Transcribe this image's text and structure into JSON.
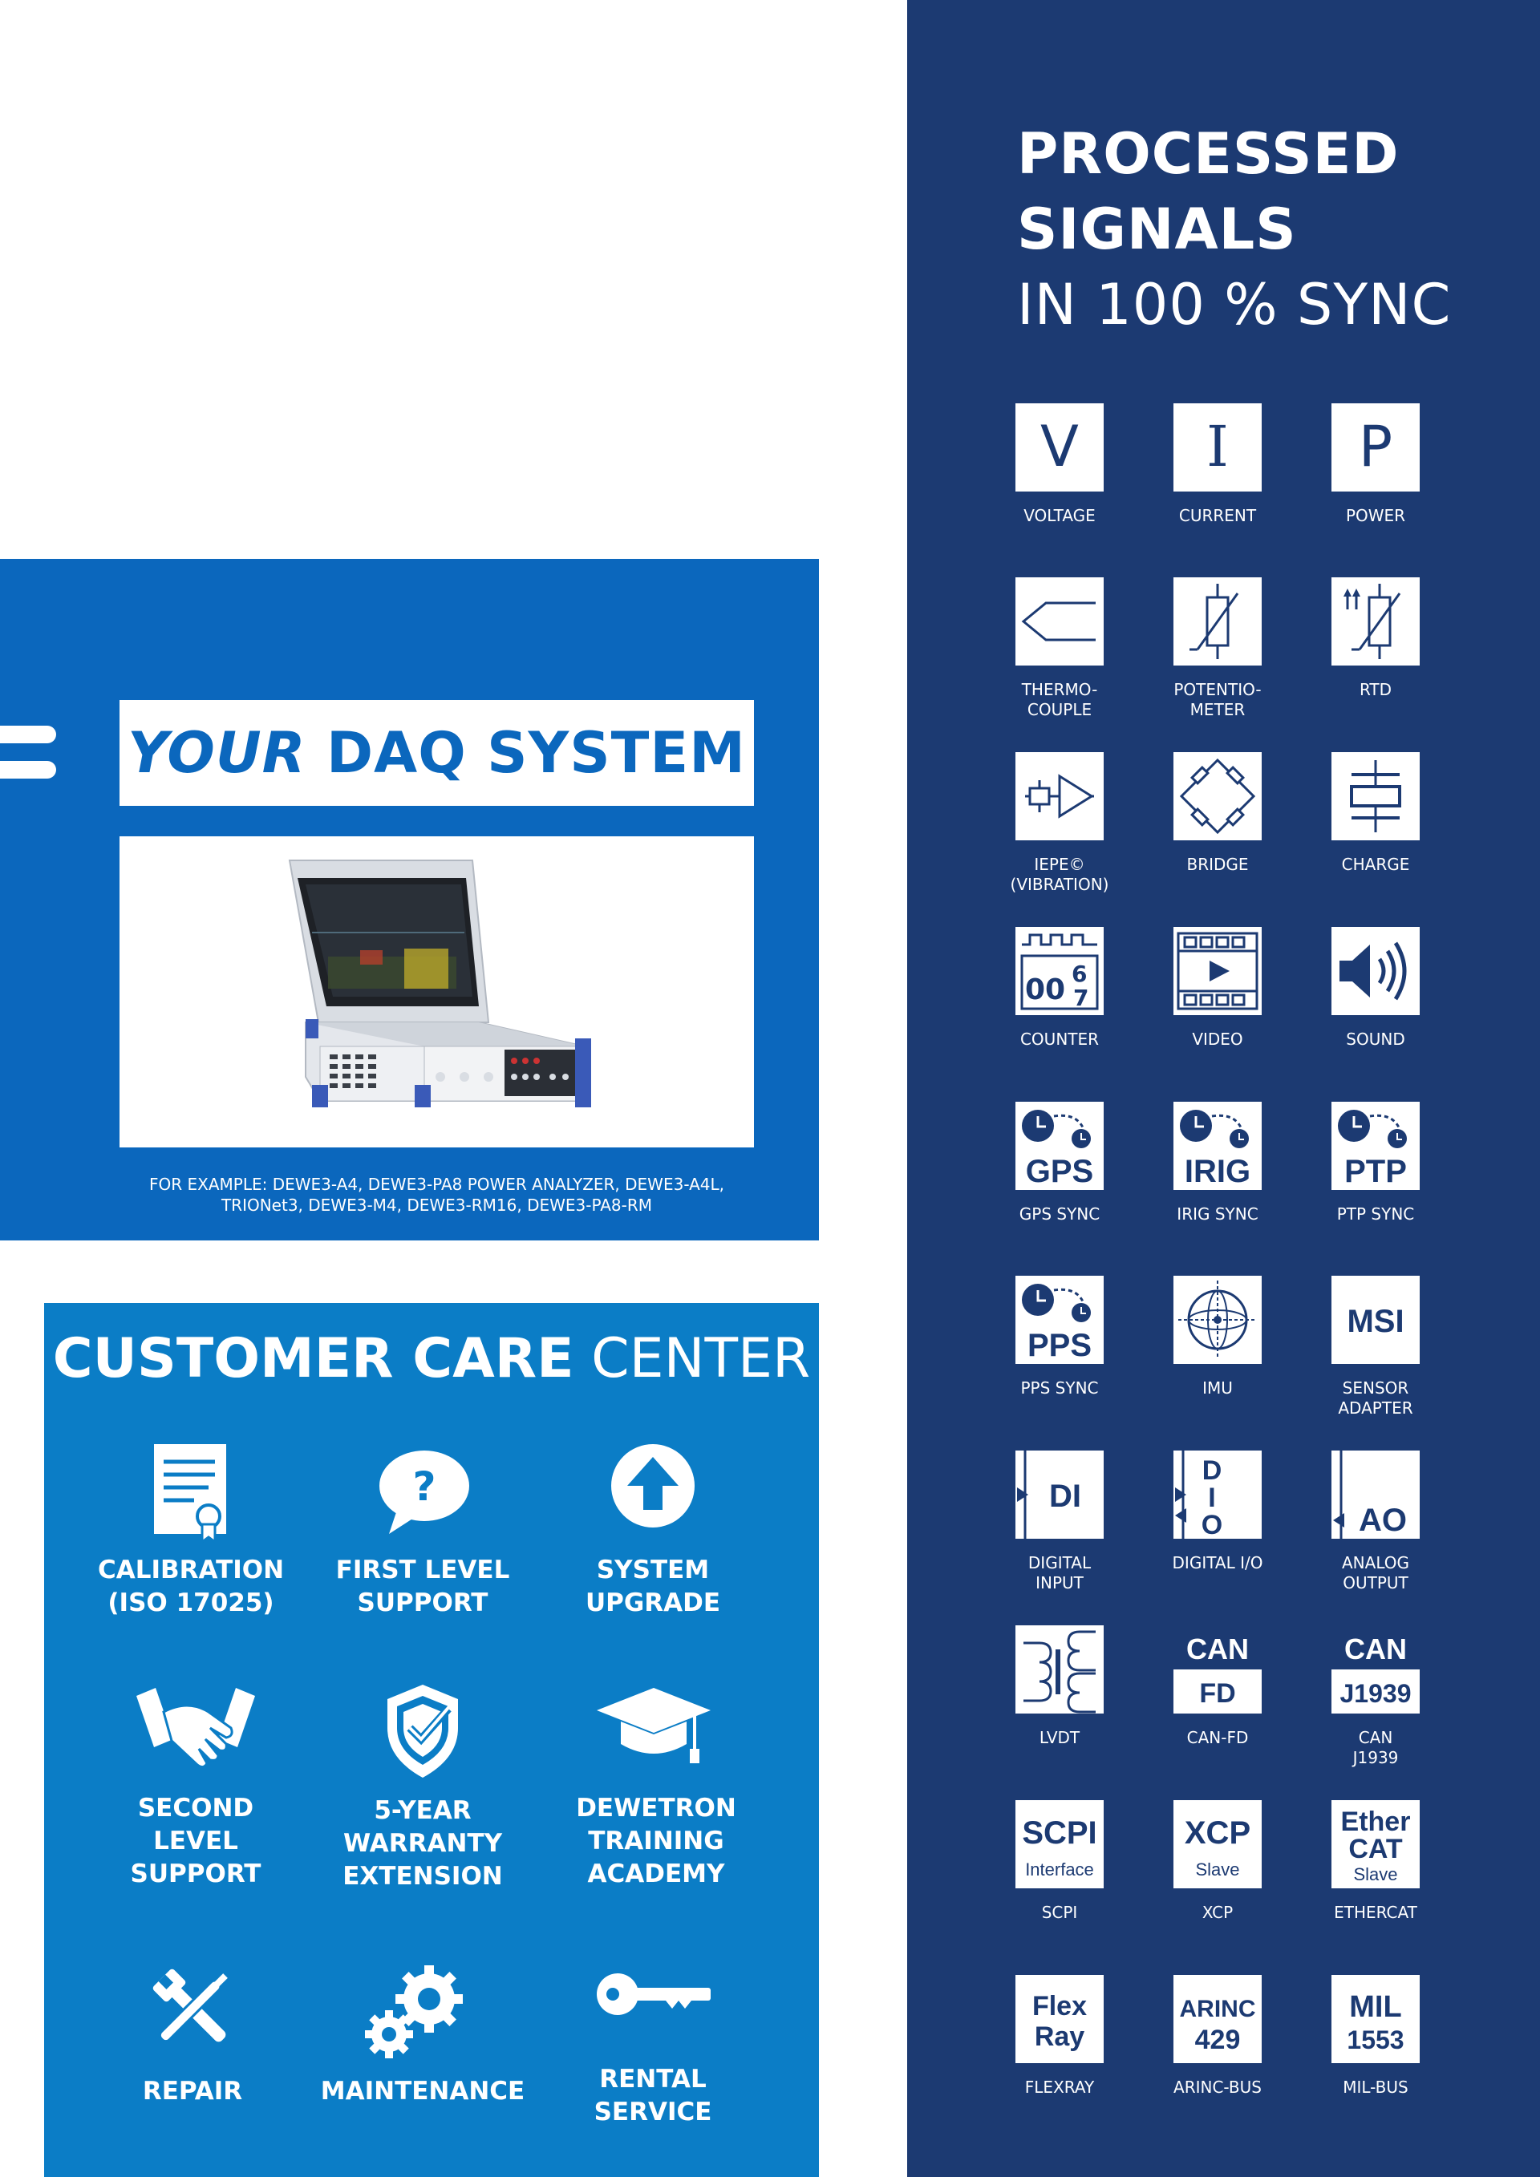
{
  "processed_signals": {
    "title_line1": "PROCESSED",
    "title_line2": "SIGNALS",
    "title_line3": "IN 100 % SYNC",
    "items": [
      {
        "label": "VOLTAGE",
        "glyph": "V"
      },
      {
        "label": "CURRENT",
        "glyph": "I"
      },
      {
        "label": "POWER",
        "glyph": "P"
      },
      {
        "label": "THERMO-\nCOUPLE"
      },
      {
        "label": "POTENTIO-\nMETER"
      },
      {
        "label": "RTD"
      },
      {
        "label": "IEPE©\n(VIBRATION)"
      },
      {
        "label": "BRIDGE"
      },
      {
        "label": "CHARGE"
      },
      {
        "label": "COUNTER",
        "glyph": "00",
        "glyph2": "6",
        "glyph3": "7"
      },
      {
        "label": "VIDEO"
      },
      {
        "label": "SOUND"
      },
      {
        "label": "GPS SYNC",
        "glyph": "GPS"
      },
      {
        "label": "IRIG SYNC",
        "glyph": "IRIG"
      },
      {
        "label": "PTP SYNC",
        "glyph": "PTP"
      },
      {
        "label": "PPS SYNC",
        "glyph": "PPS"
      },
      {
        "label": "IMU"
      },
      {
        "label": "SENSOR\nADAPTER",
        "glyph": "MSI"
      },
      {
        "label": "DIGITAL\nINPUT",
        "glyph": "DI"
      },
      {
        "label": "DIGITAL I/O",
        "glyph": "D",
        "glyph2": "I",
        "glyph3": "O"
      },
      {
        "label": "ANALOG\nOUTPUT",
        "glyph": "AO"
      },
      {
        "label": "LVDT"
      },
      {
        "label": "CAN-FD",
        "glyph": "CAN",
        "glyph2": "FD"
      },
      {
        "label": "CAN\nJ1939",
        "glyph": "CAN",
        "glyph2": "J1939"
      },
      {
        "label": "SCPI",
        "glyph": "SCPI",
        "glyph2": "Interface"
      },
      {
        "label": "XCP",
        "glyph": "XCP",
        "glyph2": "Slave"
      },
      {
        "label": "ETHERCAT",
        "glyph": "Ether",
        "glyph2": "CAT",
        "glyph3": "Slave"
      },
      {
        "label": "FLEXRAY",
        "glyph": "Flex",
        "glyph2": "Ray"
      },
      {
        "label": "ARINC-BUS",
        "glyph": "ARINC",
        "glyph2": "429"
      },
      {
        "label": "MIL-BUS",
        "glyph": "MIL",
        "glyph2": "1553"
      }
    ]
  },
  "daq": {
    "title_italic": "YOUR",
    "title_rest": " DAQ SYSTEM",
    "caption_line1": "FOR EXAMPLE: DEWE3-A4, DEWE3-PA8 POWER ANALYZER, DEWE3-A4L,",
    "caption_line2": "TRIONet3, DEWE3-M4, DEWE3-RM16, DEWE3-PA8-RM"
  },
  "customer_care": {
    "title_bold": "CUSTOMER CARE",
    "title_normal": " CENTER",
    "services": [
      {
        "label": "CALIBRATION\n(ISO 17025)",
        "icon": "certificate-icon"
      },
      {
        "label": "FIRST LEVEL\nSUPPORT",
        "icon": "question-bubble-icon"
      },
      {
        "label": "SYSTEM\nUPGRADE",
        "icon": "upgrade-arrow-icon"
      },
      {
        "label": "SECOND\nLEVEL\nSUPPORT",
        "icon": "handshake-icon"
      },
      {
        "label": "5-YEAR\nWARRANTY\nEXTENSION",
        "icon": "shield-check-icon"
      },
      {
        "label": "DEWETRON\nTRAINING\nACADEMY",
        "icon": "graduation-cap-icon"
      },
      {
        "label": "REPAIR",
        "icon": "tools-icon"
      },
      {
        "label": "MAINTENANCE",
        "icon": "gears-icon"
      },
      {
        "label": "RENTAL\nSERVICE",
        "icon": "key-icon"
      }
    ]
  },
  "colors": {
    "navy": "#1c3a72",
    "daq_blue": "#0b67bd",
    "care_blue": "#0b7dc6",
    "white": "#ffffff"
  }
}
